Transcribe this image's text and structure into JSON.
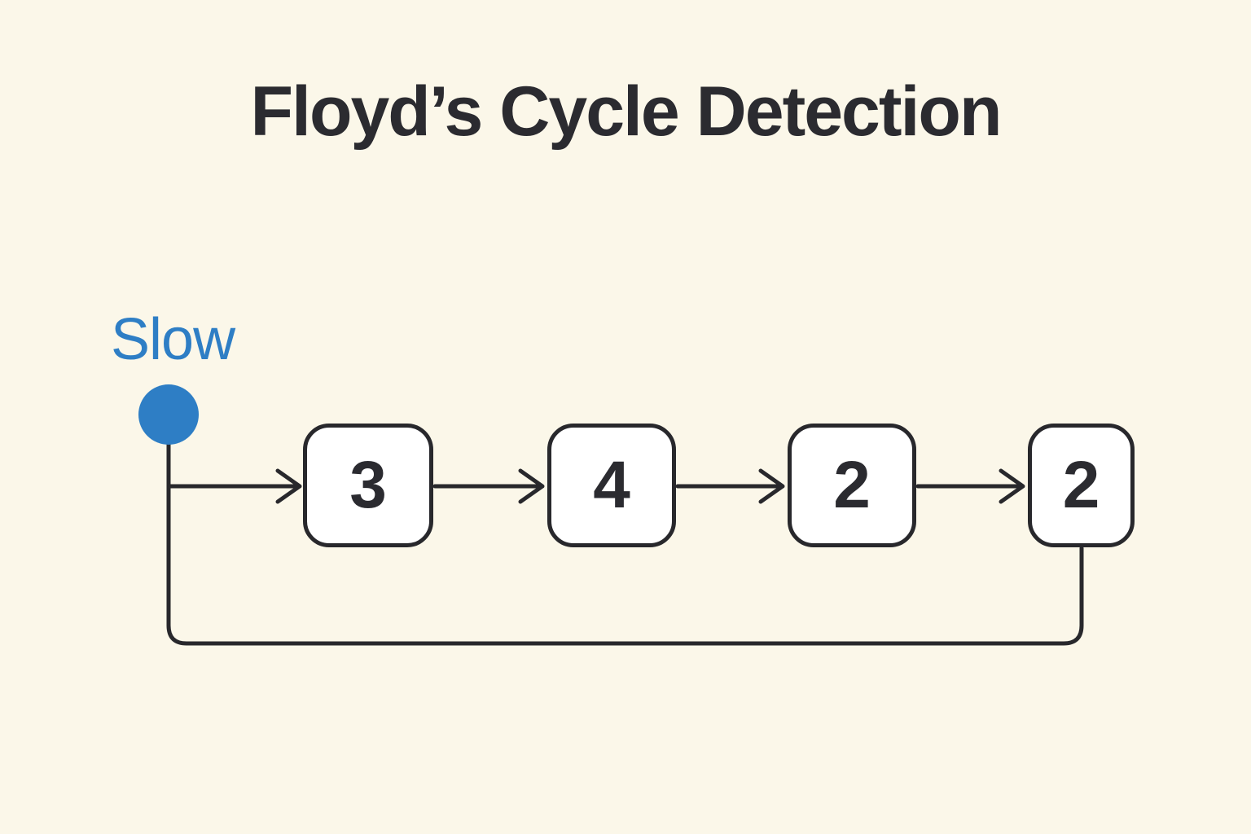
{
  "title": "Floyd’s Cycle Detection",
  "pointer": {
    "label": "Slow",
    "position": "head",
    "color": "#2E7EC5"
  },
  "colors": {
    "background": "#FBF7E9",
    "line": "#28282C",
    "node_fill": "#FFFFFF",
    "node_text": "#2B2B30",
    "title_text": "#2B2B30",
    "pointer_blue": "#2E7EC5"
  },
  "diagram": {
    "type": "linked-list-cycle",
    "nodes": [
      {
        "value": "3"
      },
      {
        "value": "4"
      },
      {
        "value": "2"
      },
      {
        "value": "2"
      }
    ],
    "cycle": {
      "from_index": 3,
      "to_index": 0
    }
  }
}
